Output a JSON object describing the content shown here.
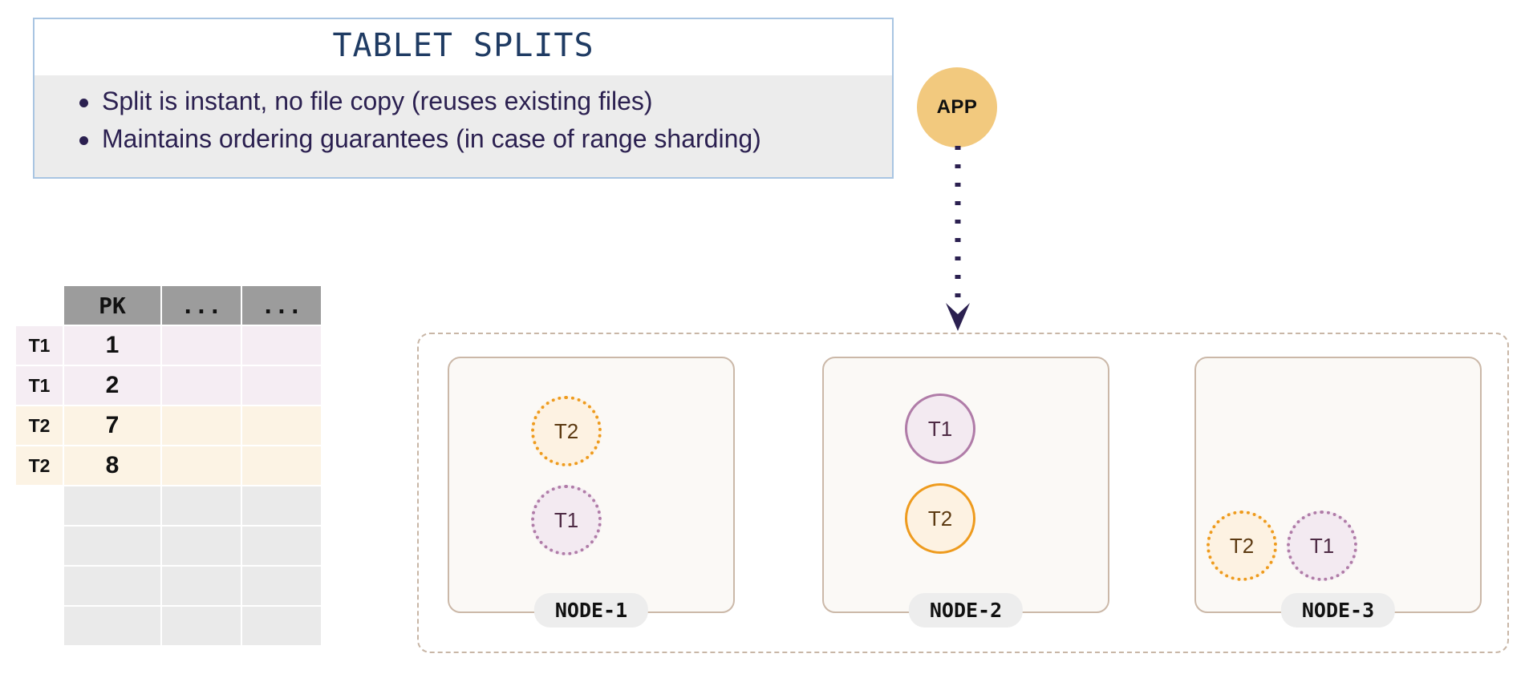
{
  "info_box": {
    "title": "TABLET SPLITS",
    "bullets": [
      "Split is instant, no file copy (reuses existing files)",
      "Maintains ordering guarantees (in case of range sharding)"
    ],
    "border_color": "#A9C5E2",
    "body_bg": "#ECECEC",
    "title_color": "#1F3B63",
    "text_color": "#2B2050"
  },
  "table": {
    "headers": [
      "PK",
      "...",
      "..."
    ],
    "header_bg": "#9C9C9C",
    "rows": [
      {
        "tag": "T1",
        "pk": "1",
        "c1": "",
        "c2": "",
        "kind": "t1"
      },
      {
        "tag": "T1",
        "pk": "2",
        "c1": "",
        "c2": "",
        "kind": "t1"
      },
      {
        "tag": "T2",
        "pk": "7",
        "c1": "",
        "c2": "",
        "kind": "t2"
      },
      {
        "tag": "T2",
        "pk": "8",
        "c1": "",
        "c2": "",
        "kind": "t2"
      },
      {
        "tag": "",
        "pk": "",
        "c1": "",
        "c2": "",
        "kind": "empty"
      },
      {
        "tag": "",
        "pk": "",
        "c1": "",
        "c2": "",
        "kind": "empty"
      },
      {
        "tag": "",
        "pk": "",
        "c1": "",
        "c2": "",
        "kind": "empty"
      },
      {
        "tag": "",
        "pk": "",
        "c1": "",
        "c2": "",
        "kind": "empty"
      }
    ],
    "t1_row_color": "#F5EDF3",
    "t2_row_color": "#FCF3E4",
    "empty_row_color": "#EAEAEA"
  },
  "app": {
    "label": "APP",
    "circle_color": "#F2C97E",
    "arrow_color": "#2B2050"
  },
  "cluster": {
    "border_color": "#C8B6A6",
    "nodes": [
      {
        "label": "NODE-1",
        "tablets": [
          {
            "name": "T2",
            "type": "t2",
            "border": "dotted"
          },
          {
            "name": "T1",
            "type": "t1",
            "border": "dotted"
          }
        ]
      },
      {
        "label": "NODE-2",
        "tablets": [
          {
            "name": "T1",
            "type": "t1",
            "border": "solid"
          },
          {
            "name": "T2",
            "type": "t2",
            "border": "solid"
          }
        ]
      },
      {
        "label": "NODE-3",
        "tablets": [
          {
            "name": "T2",
            "type": "t2",
            "border": "dotted"
          },
          {
            "name": "T1",
            "type": "t1",
            "border": "dotted"
          }
        ]
      }
    ],
    "node_bg": "#FBF9F6",
    "node_border": "#CBB8A8",
    "label_bg": "#EDEDED",
    "t1_fill": "#F3EAF1",
    "t1_stroke": "#B07CA8",
    "t2_fill": "#FDF2E2",
    "t2_stroke": "#EE9B1E"
  }
}
